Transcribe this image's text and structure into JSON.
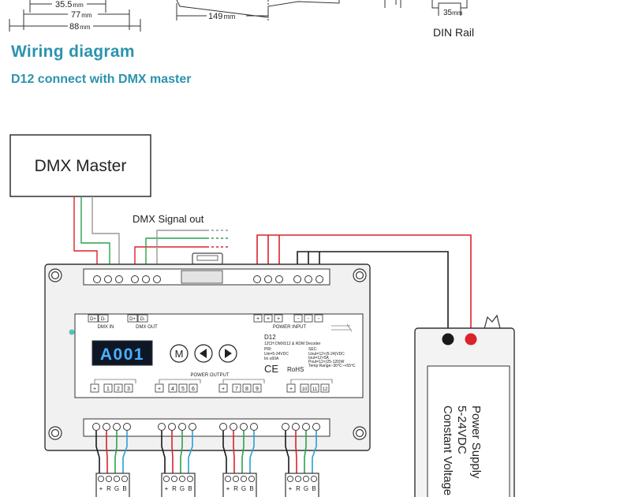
{
  "top_dims": {
    "dim1": "35.5",
    "dim1_unit": "mm",
    "dim2": "77",
    "dim2_unit": "mm",
    "dim3": "88",
    "dim3_unit": "mm",
    "dim4": "149",
    "dim4_unit": "mm",
    "dim5": "35",
    "dim5_unit": "mm",
    "din_rail_label": "DIN Rail"
  },
  "headings": {
    "section_title": "Wiring diagram",
    "subtitle": "D12 connect with DMX master"
  },
  "dmx_master": {
    "label": "DMX Master",
    "signal_label": "DMX Signal out"
  },
  "decoder": {
    "labels": {
      "dmx_in": "DMX IN",
      "dmx_out": "DMX OUT",
      "power_input": "POWER INPUT",
      "power_output": "POWER OUTPUT",
      "model": "D12",
      "desc": "12CH DMX512 & RDM Decoder",
      "pri": "PRI:",
      "pri_un": "Uin=5-24VDC",
      "pri_in": "Iin ≤60A",
      "sec": "SEC:",
      "sec_u": "Uout=12×(5-24)VDC",
      "sec_i": "Iout=12×5A",
      "sec_p": "Pout=12×(25-120)W",
      "sec_t": "Temp Range:-30℃~+55℃",
      "ce": "CE",
      "rohs": "RoHS"
    },
    "display": "A001",
    "buttons": {
      "mode": "M",
      "left": "◀",
      "right": "▶"
    },
    "dmx_terms": [
      "D+",
      "D-",
      "",
      "D+",
      "D-",
      ""
    ],
    "power_terms": [
      "+",
      "+",
      "+",
      "-",
      "-",
      "-"
    ],
    "output_groups": [
      {
        "plus": "+",
        "ch": [
          "1",
          "2",
          "3"
        ]
      },
      {
        "plus": "+",
        "ch": [
          "4",
          "5",
          "6"
        ]
      },
      {
        "plus": "+",
        "ch": [
          "7",
          "8",
          "9"
        ]
      },
      {
        "plus": "+",
        "ch": [
          "10",
          "11",
          "12"
        ]
      }
    ],
    "rgb_labels": [
      "+",
      "R",
      "G",
      "B"
    ]
  },
  "power_supply": {
    "line1": "Power Supply",
    "line2": "5-24VDC",
    "line3": "Constant Voltage"
  },
  "colors": {
    "heading": "#2b93ae",
    "wire_red": "#d8242a",
    "wire_green": "#2ba24c",
    "wire_blue": "#2a9fd6",
    "wire_black": "#1a1a1a",
    "display_bg": "#0e1725",
    "display_text": "#4ab0ff"
  }
}
